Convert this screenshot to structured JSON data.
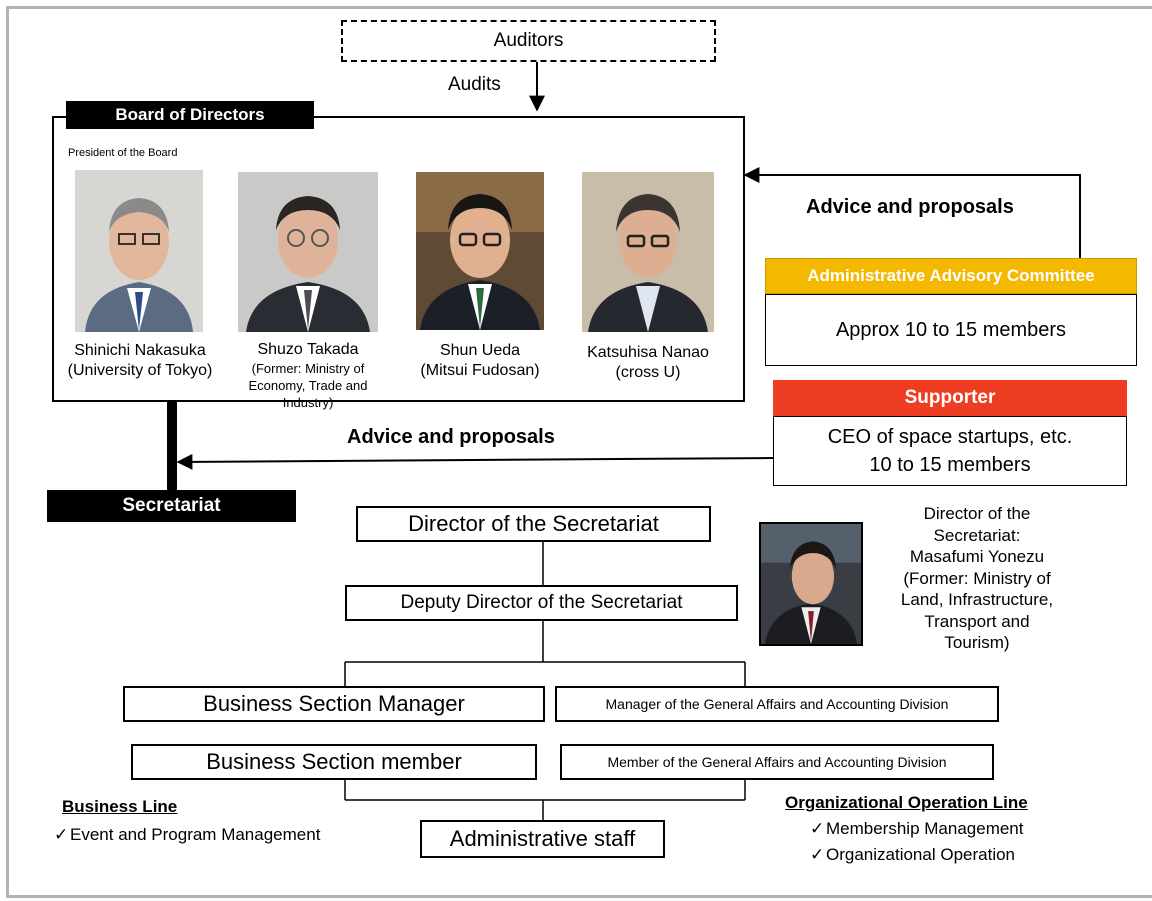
{
  "auditors": "Auditors",
  "audits_label": "Audits",
  "board": {
    "title": "Board of Directors",
    "president_label": "President of the Board",
    "members": [
      {
        "name": "Shinichi Nakasuka",
        "affiliation": "(University of Tokyo)",
        "photo": "portrait-photo"
      },
      {
        "name": "Shuzo Takada",
        "affiliation": "(Former: Ministry of Economy, Trade and Industry)",
        "photo": "portrait-photo"
      },
      {
        "name": "Shun Ueda",
        "affiliation": "(Mitsui Fudosan)",
        "photo": "portrait-photo"
      },
      {
        "name": "Katsuhisa Nanao",
        "affiliation": "(cross U)",
        "photo": "portrait-photo"
      }
    ]
  },
  "advice_top": "Advice and proposals",
  "advisory_committee": {
    "title": "Administrative Advisory Committee",
    "body": "Approx 10 to 15 members",
    "color": "#f5b800"
  },
  "supporter": {
    "title": "Supporter",
    "line1": "CEO of space startups, etc.",
    "line2": "10 to 15 members",
    "color": "#ee3d23"
  },
  "advice_mid": "Advice and proposals",
  "secretariat": "Secretariat",
  "director": "Director of the Secretariat",
  "deputy": "Deputy Director of the Secretariat",
  "director_info": {
    "line1": "Director of the",
    "line2": "Secretariat:",
    "line3": "Masafumi Yonezu",
    "line4": "(Former: Ministry of",
    "line5": "Land, Infrastructure,",
    "line6": "Transport and",
    "line7": "Tourism)"
  },
  "business_manager": "Business Section Manager",
  "business_member": "Business Section member",
  "ga_manager": "Manager of the General Affairs and Accounting Division",
  "ga_member": "Member of the General Affairs and Accounting Division",
  "admin_staff": "Administrative staff",
  "business_line": {
    "title": "Business Line",
    "items": [
      "Event and Program Management"
    ]
  },
  "org_line": {
    "title": "Organizational Operation Line",
    "items": [
      "Membership Management",
      "Organizational Operation"
    ]
  },
  "check_glyph": "✓"
}
